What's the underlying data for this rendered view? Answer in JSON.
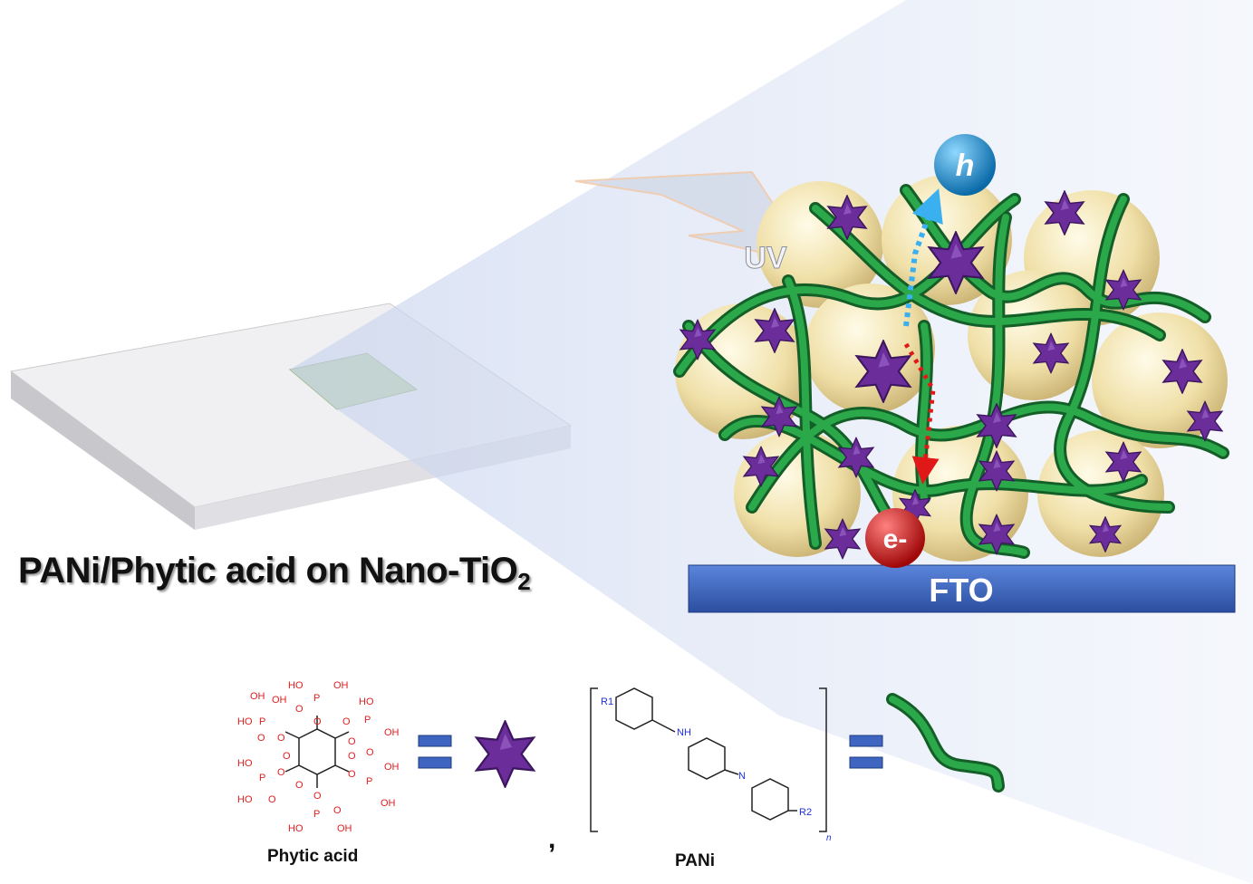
{
  "title": {
    "main": "PANi/Phytic acid on Nano-TiO",
    "subscript": "2"
  },
  "labels": {
    "uv": "UV",
    "hole": "h",
    "electron": "e-",
    "substrate": "FTO",
    "phytic_acid": "Phytic acid",
    "pani": "PANi",
    "comma": ",",
    "pani_r1": "R1",
    "pani_nh": "NH",
    "pani_n": "N",
    "pani_r2": "R2",
    "pani_n_subscript": "n"
  },
  "phytic_atoms": [
    "HO",
    "OH",
    "P",
    "O",
    "OH",
    "HO",
    "P",
    "O",
    "HO",
    "O",
    "OH",
    "P",
    "O",
    "OH",
    "HO",
    "P",
    "O",
    "HO",
    "O",
    "OH",
    "P",
    "O",
    "OH",
    "O",
    "P",
    "O",
    "HO",
    "OH",
    "O",
    "O",
    "O",
    "O",
    "O",
    "O"
  ],
  "colors": {
    "tube": "#1e8a3a",
    "star": "#6a2d9a",
    "sphere": "#f2e4b0",
    "fto": "#3e66c0",
    "hole": "#1a8fd0",
    "electron": "#d01818",
    "atoms": "#e02020",
    "pani_atoms": "#2030e0"
  }
}
